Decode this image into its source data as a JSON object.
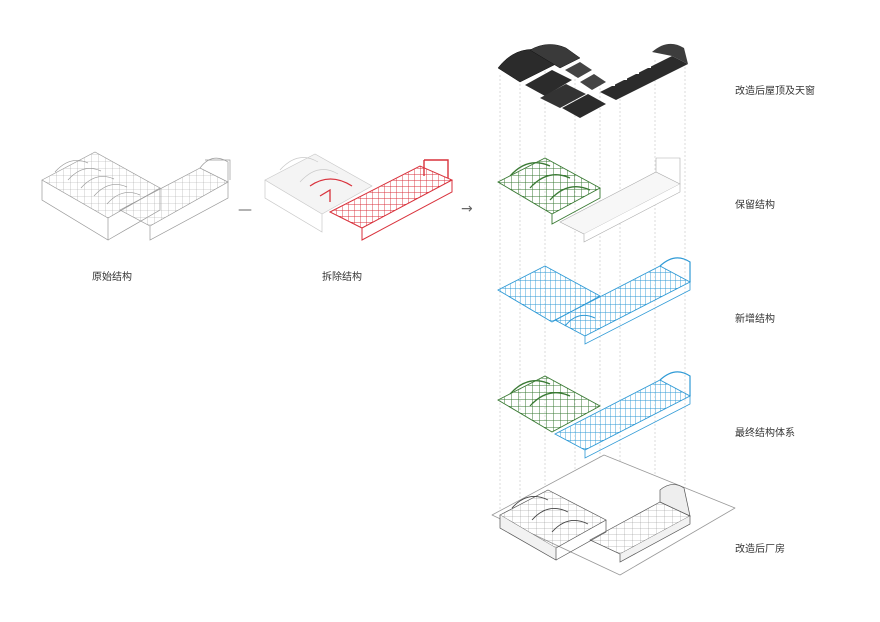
{
  "diagram": {
    "left_labels": {
      "original": "原始结构",
      "removed": "拆除结构"
    },
    "operators": {
      "minus": "—",
      "arrow": "→"
    },
    "layer_labels": [
      "改造后屋顶及天窗",
      "保留结构",
      "新增结构",
      "最终结构体系",
      "改造后厂房"
    ]
  },
  "colors": {
    "original_structure": "#9a9a9a",
    "removed_structure": "#d9323c",
    "retained_structure": "#3a7a34",
    "new_structure": "#2f9ad6",
    "roof": "#2b2b2b",
    "guide_lines": "#b8b8b8",
    "label_text": "#333333"
  }
}
